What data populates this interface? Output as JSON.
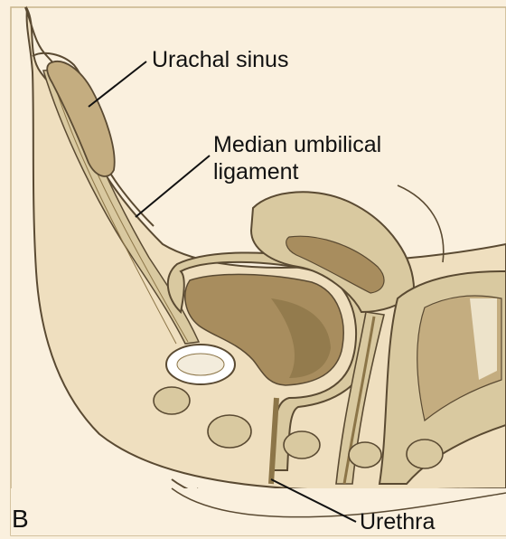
{
  "figure": {
    "panel_letter": "B",
    "labels": {
      "urachal_sinus": "Urachal sinus",
      "median_umbilical_line1": "Median umbilical",
      "median_umbilical_line2": "ligament",
      "urethra": "Urethra"
    }
  },
  "colors": {
    "background": "#faf0de",
    "tissue_fill": "#efdfbf",
    "organ_wall": "#d9c9a0",
    "lumen": "#b8a27a",
    "lumen_dark": "#8c7548",
    "outline": "#5a4a32"
  }
}
